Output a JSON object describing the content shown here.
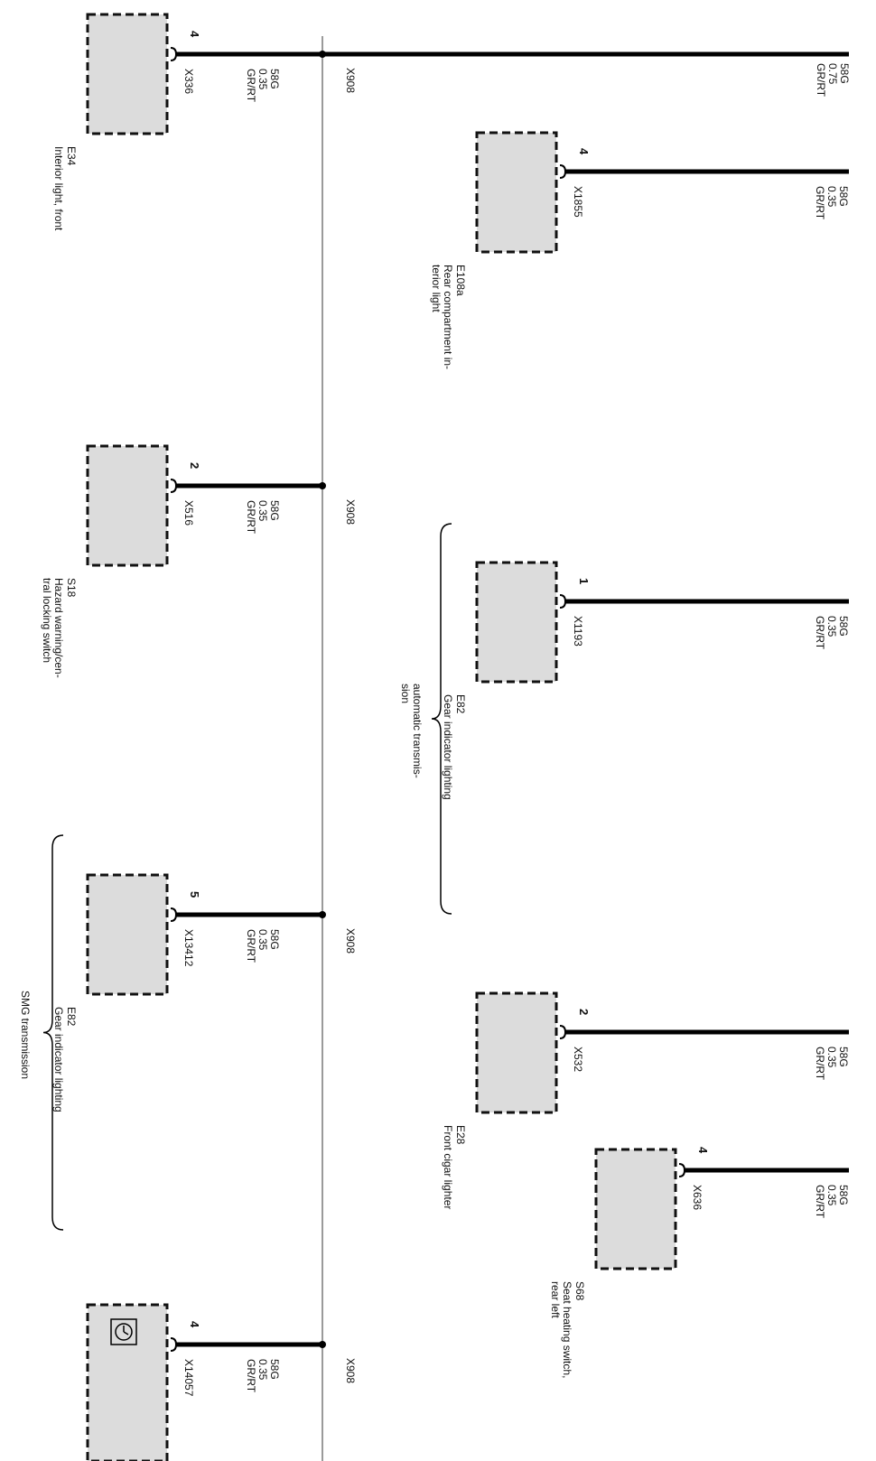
{
  "wire_spec": {
    "signal": "58G",
    "color": "GR/RT"
  },
  "splice_label": "X908",
  "main_feed": {
    "signal": "58G",
    "gauge": "0.75",
    "color": "GR/RT"
  },
  "components": [
    {
      "id": "E34",
      "name": "Interior light, front",
      "connector": "X336",
      "pin": "4",
      "gauge": "0.35",
      "icon": ""
    },
    {
      "id": "E108a",
      "name": "Rear compartment in-|terior light",
      "connector": "X1855",
      "pin": "4",
      "gauge": "0.35",
      "icon": ""
    },
    {
      "id": "S18",
      "name": "Hazard warning/cen-|tral locking switch",
      "connector": "X516",
      "pin": "2",
      "gauge": "0.35",
      "icon": ""
    },
    {
      "id": "E82",
      "name": "Gear indicator lighting",
      "connector": "X1193",
      "pin": "1",
      "gauge": "0.35",
      "icon": ""
    },
    {
      "id": "E82",
      "name": "Gear indicator lighting",
      "connector": "X13412",
      "pin": "5",
      "gauge": "0.35",
      "icon": ""
    },
    {
      "id": "E28",
      "name": "Front cigar lighter",
      "connector": "X532",
      "pin": "2",
      "gauge": "0.35",
      "icon": ""
    },
    {
      "id": "S68",
      "name": "Seat heating switch,|rear left",
      "connector": "X636",
      "pin": "4",
      "gauge": "0.35",
      "icon": ""
    },
    {
      "id": "",
      "name": "",
      "connector": "X14057",
      "pin": "4",
      "gauge": "0.35",
      "icon": "clock-icon"
    }
  ],
  "groups": [
    {
      "label": "automatic transmis-|sion"
    },
    {
      "label": "SMG  transmission"
    }
  ]
}
